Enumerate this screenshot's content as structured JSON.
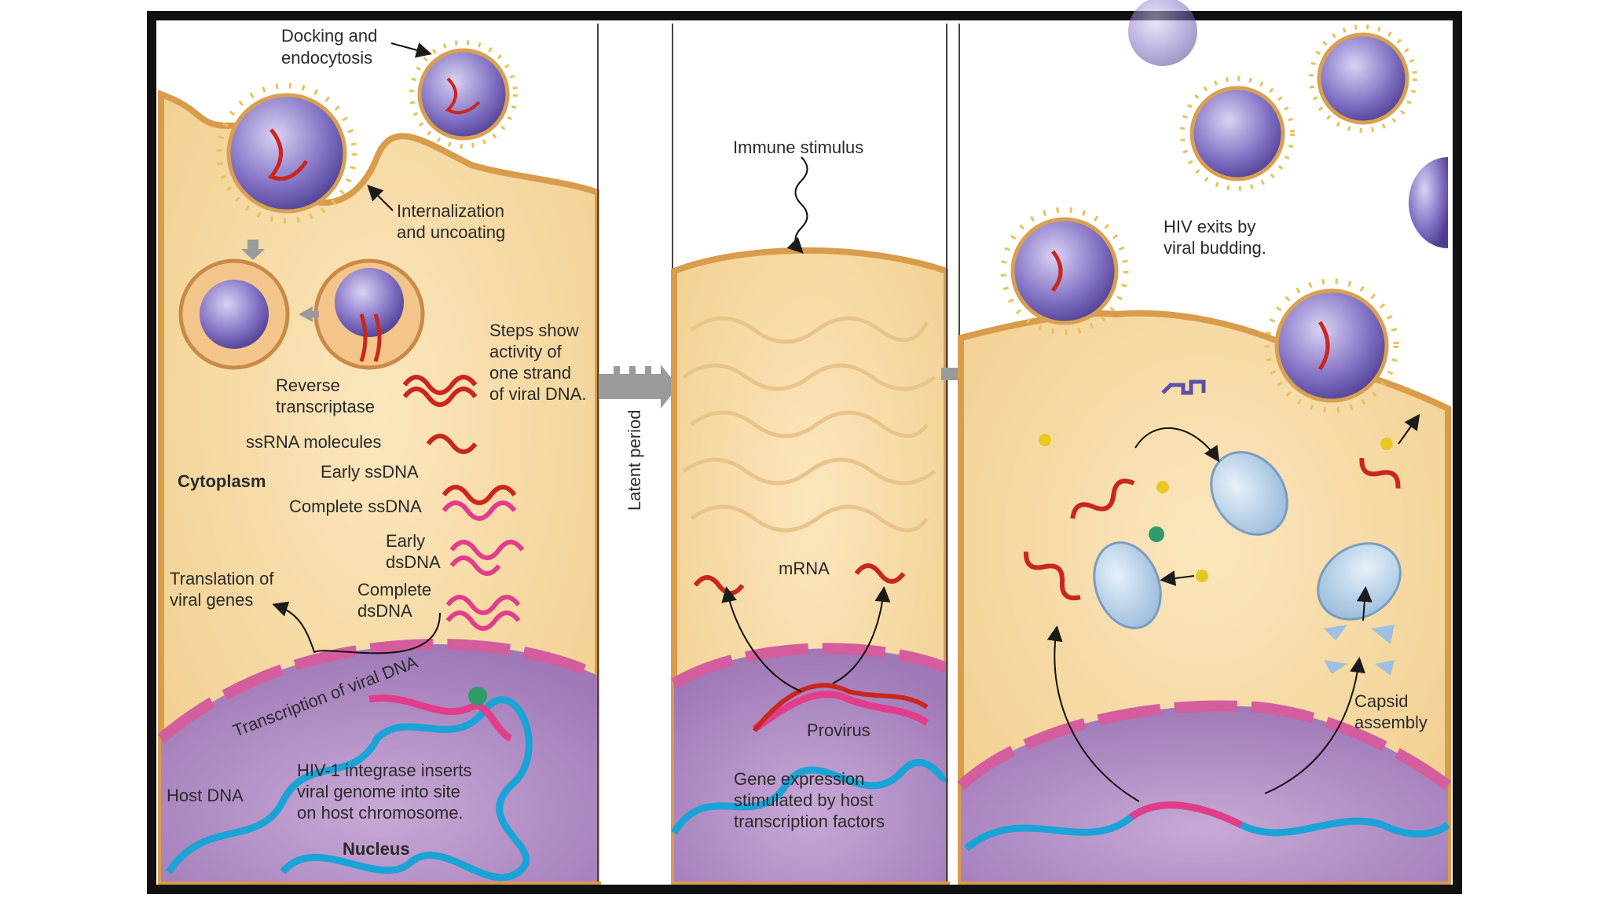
{
  "panel1": {
    "docking": [
      "Docking and",
      "endocytosis"
    ],
    "internalization": [
      "Internalization",
      "and uncoating"
    ],
    "steps_note": [
      "Steps show",
      "activity of",
      "one strand",
      "of viral DNA."
    ],
    "reverse_transcriptase": [
      "Reverse",
      "transcriptase"
    ],
    "ssrna": "ssRNA molecules",
    "cytoplasm": "Cytoplasm",
    "early_ssdna": "Early ssDNA",
    "complete_ssdna": "Complete ssDNA",
    "early_dsdna": [
      "Early",
      "dsDNA"
    ],
    "complete_dsdna": [
      "Complete",
      "dsDNA"
    ],
    "translation": [
      "Translation of",
      "viral genes"
    ],
    "transcription": "Transcription of viral DNA",
    "integrase": [
      "HIV-1 integrase inserts",
      "viral genome into site",
      "on host chromosome."
    ],
    "host_dna": "Host DNA",
    "nucleus": "Nucleus"
  },
  "latent": "Latent period",
  "panel2": {
    "immune": "Immune stimulus",
    "mrna": "mRNA",
    "provirus": "Provirus",
    "gene_expression": [
      "Gene expression",
      "stimulated by host",
      "transcription factors"
    ]
  },
  "panel3": {
    "exits": [
      "HIV exits by",
      "viral budding."
    ],
    "capsid": [
      "Capsid",
      "assembly"
    ]
  },
  "colors": {
    "cytoplasm": "#f6d9a0",
    "membrane": "#e0a855",
    "nucleus": "#b98fc9",
    "viral_rna": "#c9261e",
    "viral_dna": "#e23d8a",
    "host_dna": "#1aa3d6",
    "virion": "#6f5fb0"
  }
}
